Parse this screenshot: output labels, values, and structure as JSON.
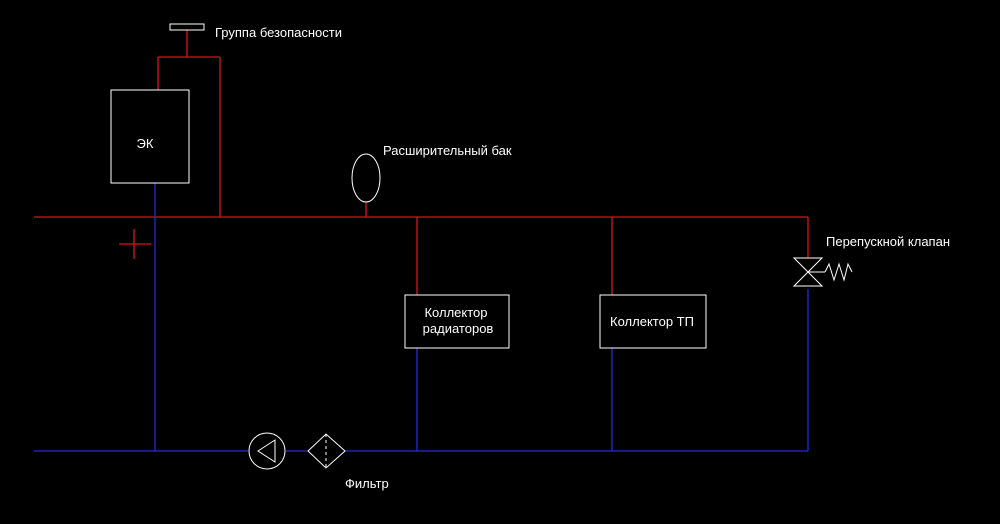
{
  "labels": {
    "safety_group": "Группа безопасности",
    "boiler": "ЭК",
    "expansion_tank": "Расширительный бак",
    "bypass_valve": "Перепускной клапан",
    "radiator_collector_line1": "Коллектор",
    "radiator_collector_line2": "радиаторов",
    "floor_collector": "Коллектор ТП",
    "filter": "Фильтр"
  },
  "colors": {
    "background": "#000000",
    "supply_line": "#d8141c",
    "return_line": "#1f2fd0",
    "symbols": "#ffffff"
  },
  "icons": {
    "pump": "pump-icon",
    "filter": "filter-icon",
    "bypass_valve": "bypass-valve-icon",
    "expansion_tank": "expansion-tank-icon",
    "safety_group": "safety-group-icon"
  }
}
